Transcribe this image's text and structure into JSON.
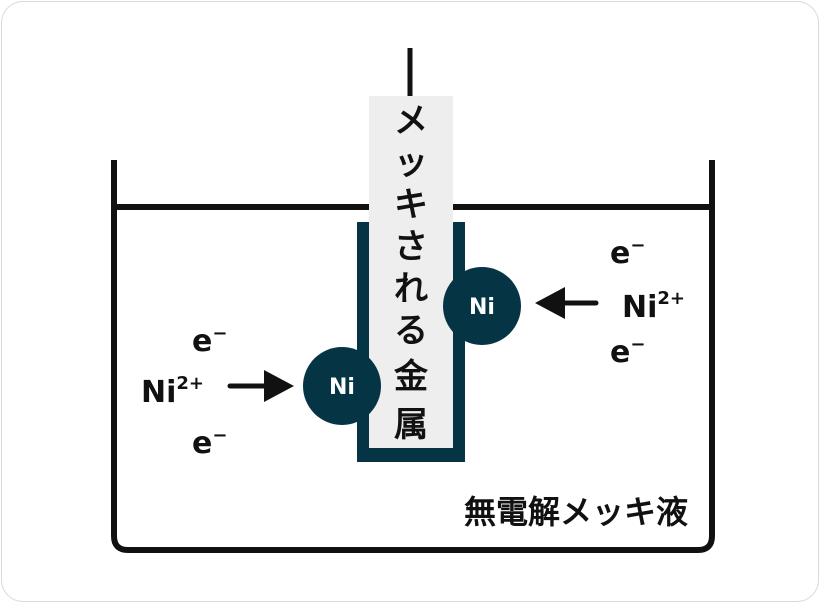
{
  "colors": {
    "coating": "#053545",
    "metal": "#eeeeee",
    "line": "#111111"
  },
  "metal_label_chars": [
    "メ",
    "ッ",
    "キ",
    "さ",
    "れ",
    "る",
    "金",
    "属"
  ],
  "solution_label": "無電解メッキ液",
  "ni_atom_label": "Ni",
  "ion": {
    "base": "Ni",
    "charge": "2+"
  },
  "electron": {
    "base": "e",
    "charge": "−"
  }
}
